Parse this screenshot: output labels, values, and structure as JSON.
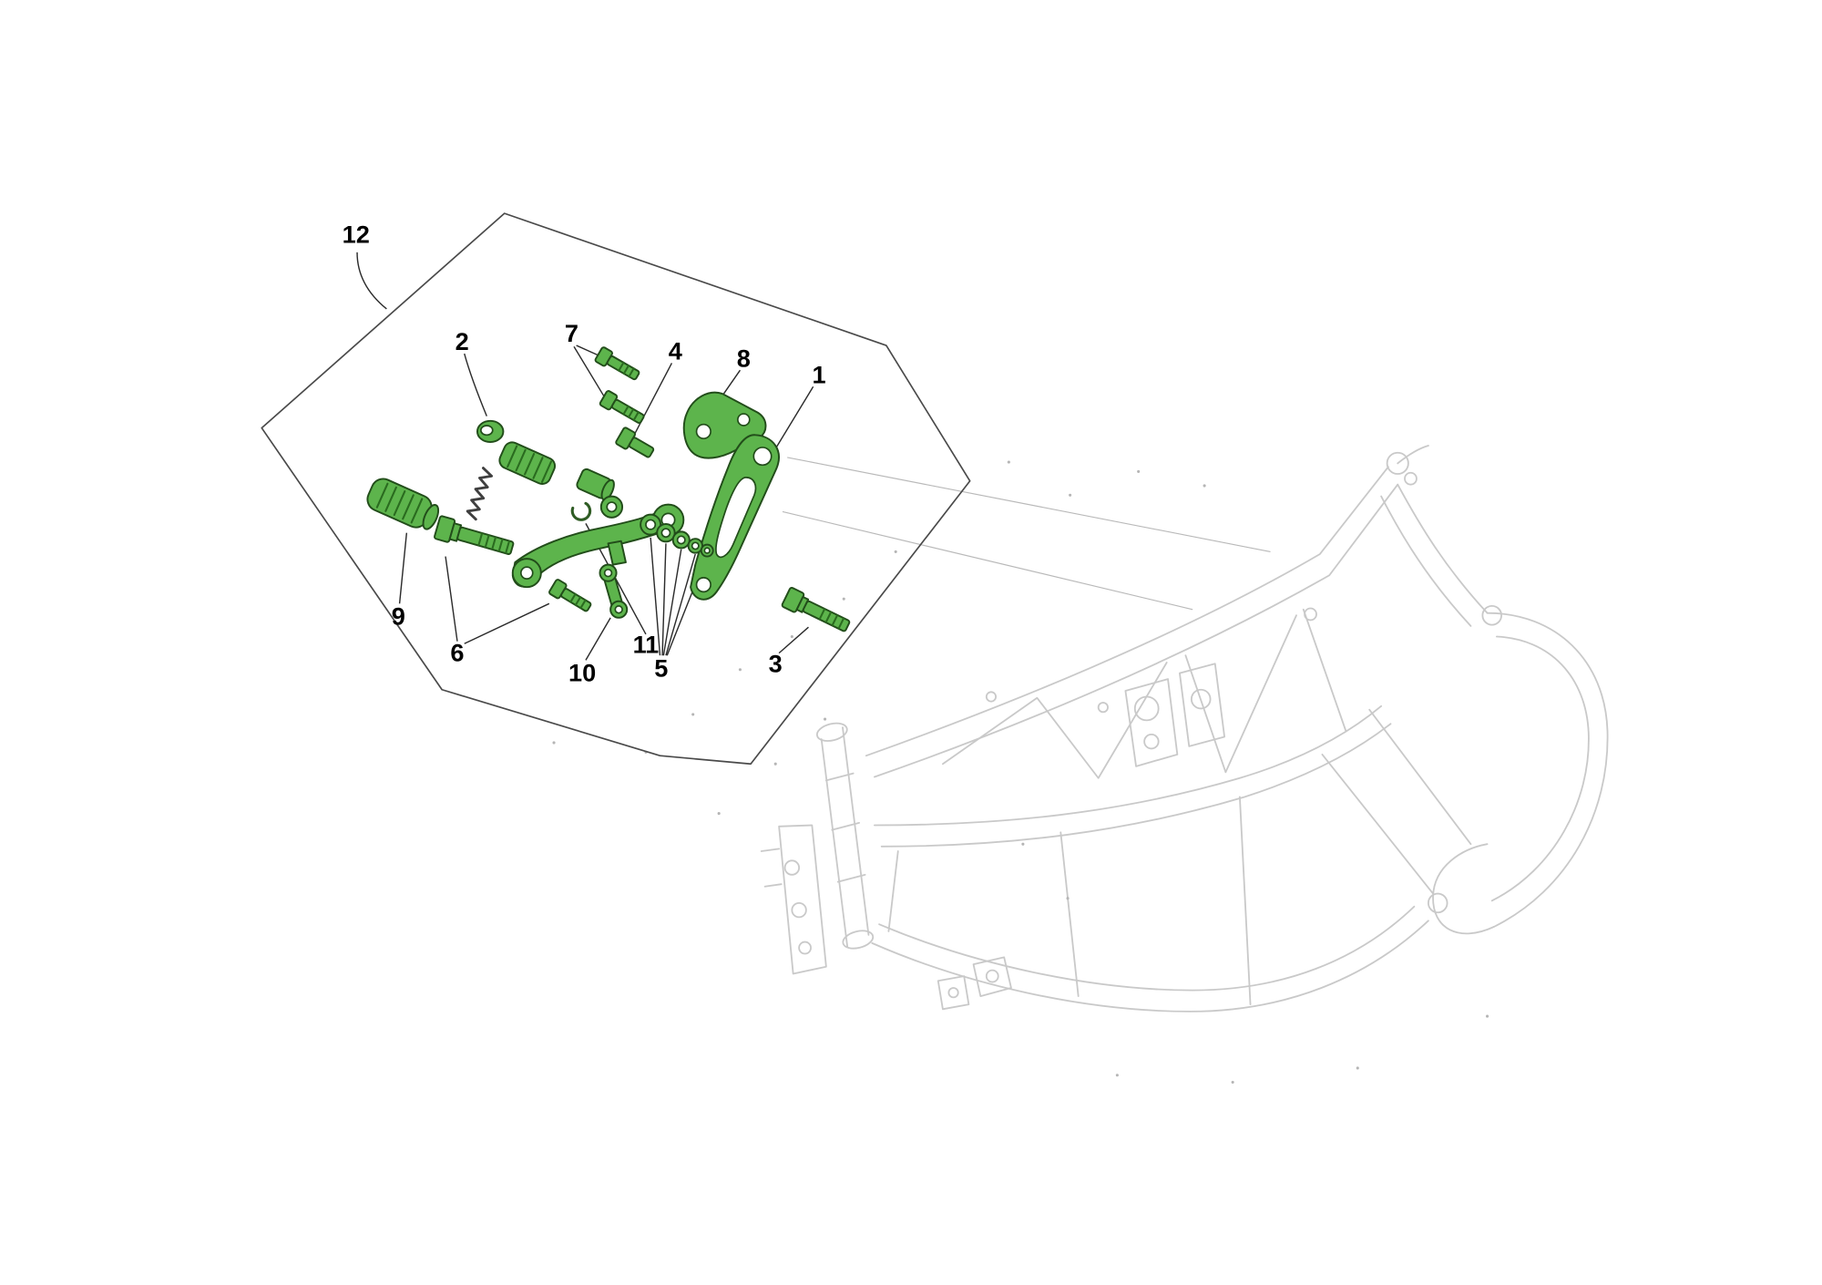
{
  "colors": {
    "part-green": "#5db44c",
    "part-green-dark": "#2a6b1f",
    "outline-dark": "#224d1a",
    "frame-gray": "#c9c9c9",
    "label-black": "#000000",
    "page-bg": "#ffffff",
    "line-dark": "#2b2b2b"
  },
  "labels": [
    {
      "text": "1"
    },
    {
      "text": "2"
    },
    {
      "text": "3"
    },
    {
      "text": "4"
    },
    {
      "text": "5"
    },
    {
      "text": "6"
    },
    {
      "text": "7"
    },
    {
      "text": "8"
    },
    {
      "text": "9"
    },
    {
      "text": "10"
    },
    {
      "text": "11"
    },
    {
      "text": "12"
    }
  ]
}
